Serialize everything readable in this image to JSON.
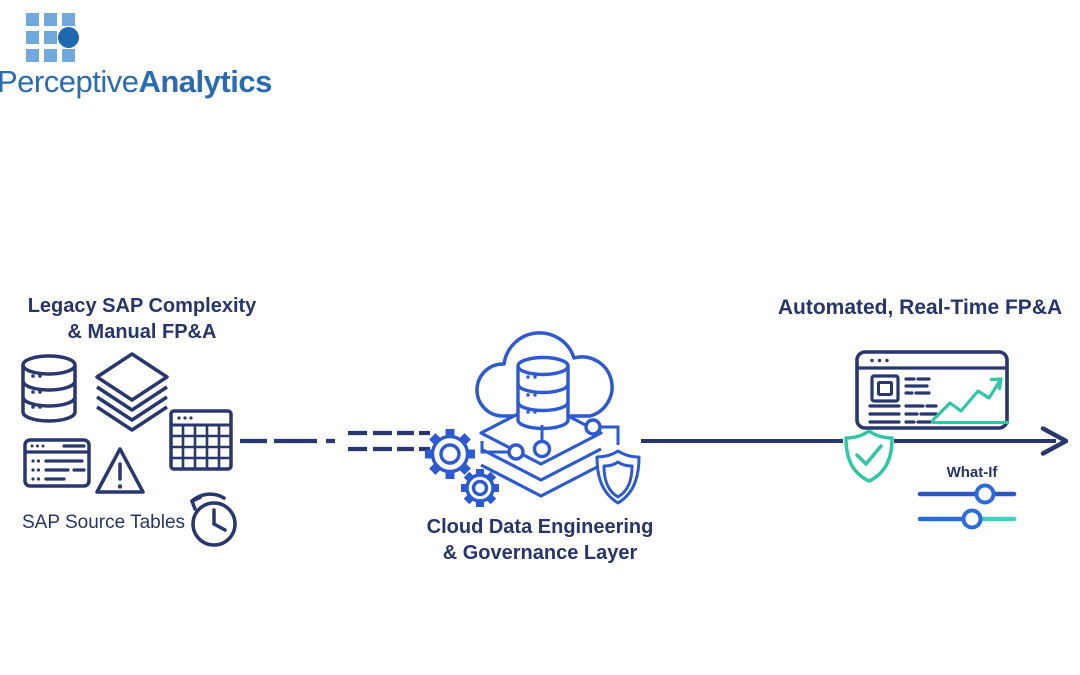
{
  "logo": {
    "text_light": "Perceptive",
    "text_bold": "Analytics"
  },
  "left_section": {
    "title_line1": "Legacy SAP Complexity",
    "title_line2": "& Manual FP&A",
    "caption": "SAP Source Tables",
    "icons": [
      "database-icon",
      "layers-stack-icon",
      "report-window-icon",
      "warning-icon",
      "table-grid-icon",
      "history-clock-icon"
    ]
  },
  "center_section": {
    "title_line1": "Cloud Data Engineering",
    "title_line2": "& Governance Layer",
    "icons": [
      "cloud-icon",
      "cloud-database-icon",
      "data-layers-icon",
      "gears-icon",
      "governance-shield-icon"
    ]
  },
  "right_section": {
    "title": "Automated, Real-Time FP&A",
    "what_if_label": "What-If",
    "icons": [
      "dashboard-window-icon",
      "trend-chart-icon",
      "verified-shield-icon",
      "slider-top",
      "slider-bottom"
    ]
  },
  "connectors": {
    "left_to_center": "dashed-line",
    "center_to_right": "solid-arrow-line"
  },
  "colors": {
    "navy": "#28376d",
    "title_navy": "#26356b",
    "royal_blue": "#2e5ad1",
    "teal": "#2fc7a8",
    "slider_blue": "#2b6be0",
    "slider_track_blue": "#2d55c0",
    "slider_teal": "#3ed2c2",
    "logo_square_blue": "#6fa9dd",
    "logo_circle_blue": "#1e68b0",
    "logo_text_blue": "#2a6cb3"
  }
}
